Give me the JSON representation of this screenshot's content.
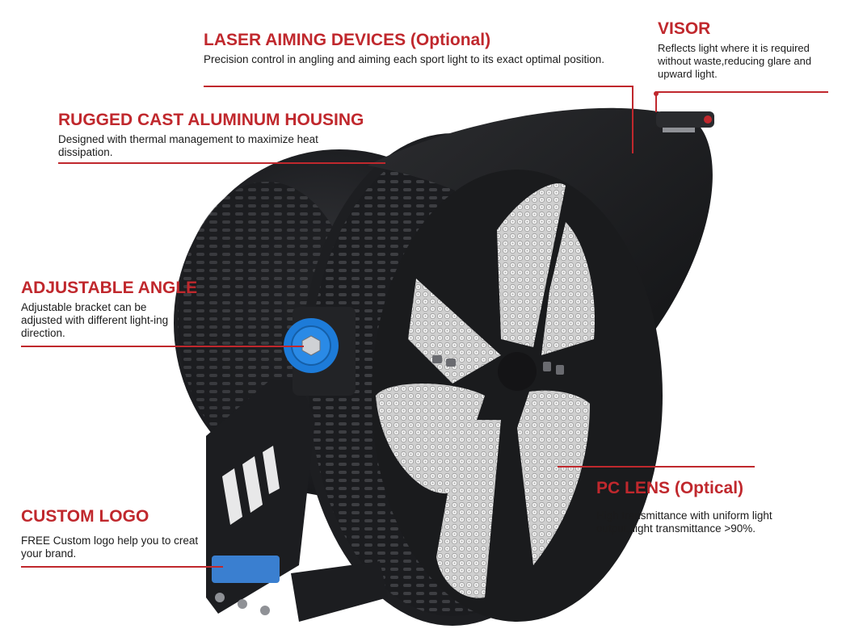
{
  "colors": {
    "accent": "#c0282d",
    "text": "#1b1b1b",
    "housing": "#1c1d20",
    "knob": "#1d7bd8",
    "led_panel": "#d9d9d9"
  },
  "callouts": {
    "laser": {
      "title": "LASER AIMING DEVICES (Optional)",
      "desc": "Precision control in angling and aiming each sport light to its exact optimal position."
    },
    "visor": {
      "title": "VISOR",
      "desc": "Reflects light where it is required without waste,reducing glare and upward light."
    },
    "housing": {
      "title": "RUGGED CAST ALUMINUM HOUSING",
      "desc": "Designed with thermal management to maximize heat dissipation."
    },
    "angle": {
      "title": "ADJUSTABLE ANGLE",
      "desc": "Adjustable bracket can be adjusted with different light-ing direction."
    },
    "logo": {
      "title": "CUSTOM LOGO",
      "desc": "FREE Custom logo help you to creat your brand."
    },
    "lens": {
      "title": "PC LENS (Optical)",
      "desc": "High transmittance with uniform light output, light transmittance >90%."
    }
  }
}
